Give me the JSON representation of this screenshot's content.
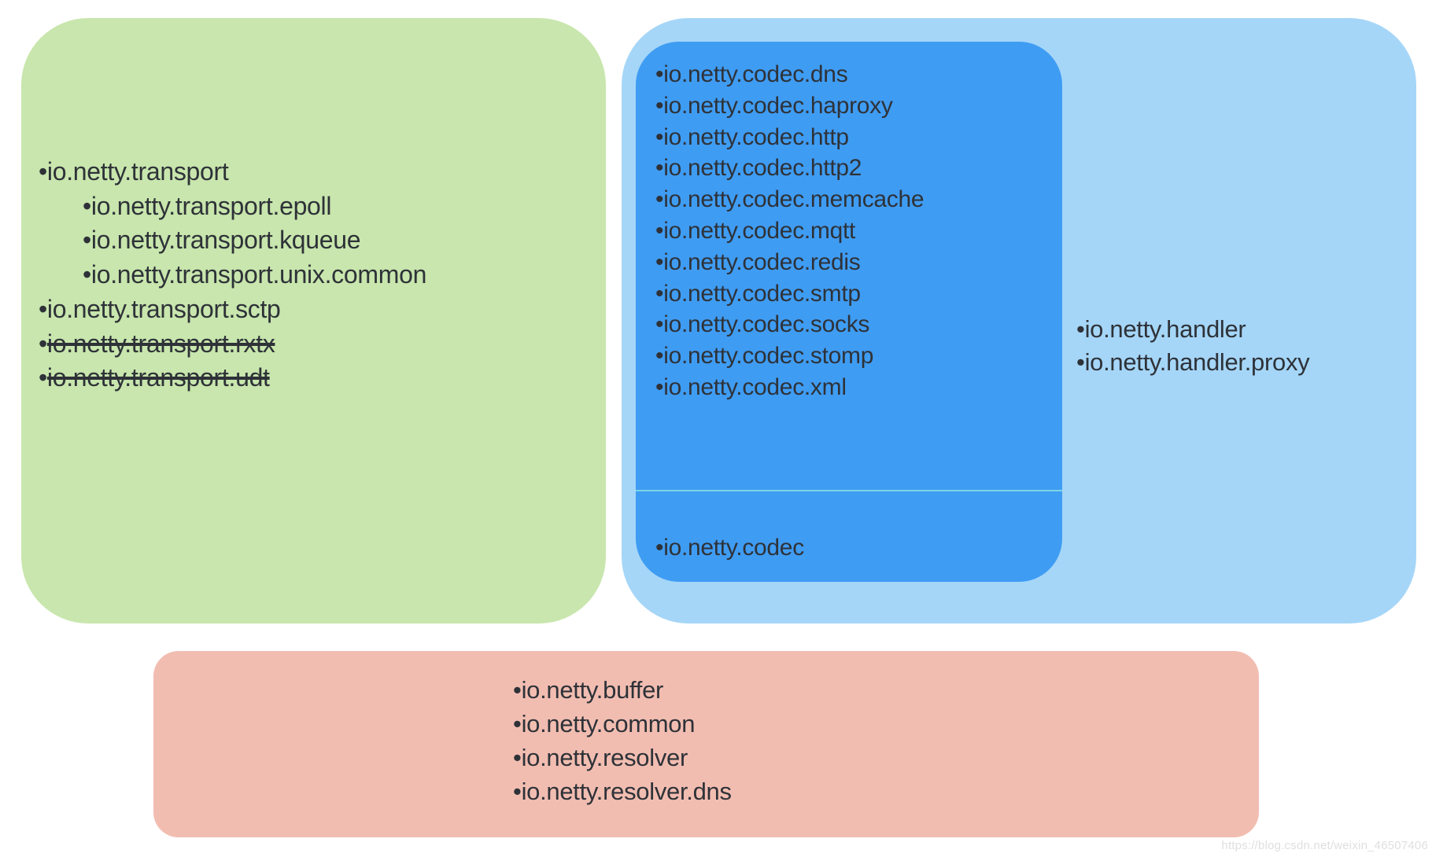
{
  "colors": {
    "green": "#c8e6ad",
    "light_blue": "#a5d6f8",
    "dark_blue": "#3f9cf3",
    "pink": "#f2bdb1",
    "text": "#2e3238",
    "divider": "#7bd6e4",
    "watermark": "#dcdcdc"
  },
  "bullet_char": "•",
  "transport_group": {
    "items": [
      {
        "text": "io.netty.transport",
        "indent": 0,
        "strike": false
      },
      {
        "text": "io.netty.transport.epoll",
        "indent": 1,
        "strike": false
      },
      {
        "text": "io.netty.transport.kqueue",
        "indent": 1,
        "strike": false
      },
      {
        "text": "io.netty.transport.unix.common",
        "indent": 1,
        "strike": false
      },
      {
        "text": "io.netty.transport.sctp",
        "indent": 0,
        "strike": false
      },
      {
        "text": "io.netty.transport.rxtx",
        "indent": 0,
        "strike": true
      },
      {
        "text": "io.netty.transport.udt",
        "indent": 0,
        "strike": true
      }
    ]
  },
  "codec_group": {
    "sub_packages": [
      {
        "text": "io.netty.codec.dns"
      },
      {
        "text": "io.netty.codec.haproxy"
      },
      {
        "text": "io.netty.codec.http"
      },
      {
        "text": "io.netty.codec.http2"
      },
      {
        "text": "io.netty.codec.memcache"
      },
      {
        "text": "io.netty.codec.mqtt"
      },
      {
        "text": "io.netty.codec.redis"
      },
      {
        "text": "io.netty.codec.smtp"
      },
      {
        "text": "io.netty.codec.socks"
      },
      {
        "text": "io.netty.codec.stomp"
      },
      {
        "text": "io.netty.codec.xml"
      }
    ],
    "base_package": "io.netty.codec"
  },
  "handler_group": {
    "items": [
      {
        "text": "io.netty.handler"
      },
      {
        "text": "io.netty.handler.proxy"
      }
    ]
  },
  "core_group": {
    "items": [
      {
        "text": "io.netty.buffer"
      },
      {
        "text": "io.netty.common"
      },
      {
        "text": "io.netty.resolver"
      },
      {
        "text": "io.netty.resolver.dns"
      }
    ]
  },
  "watermark": "https://blog.csdn.net/weixin_46507406"
}
